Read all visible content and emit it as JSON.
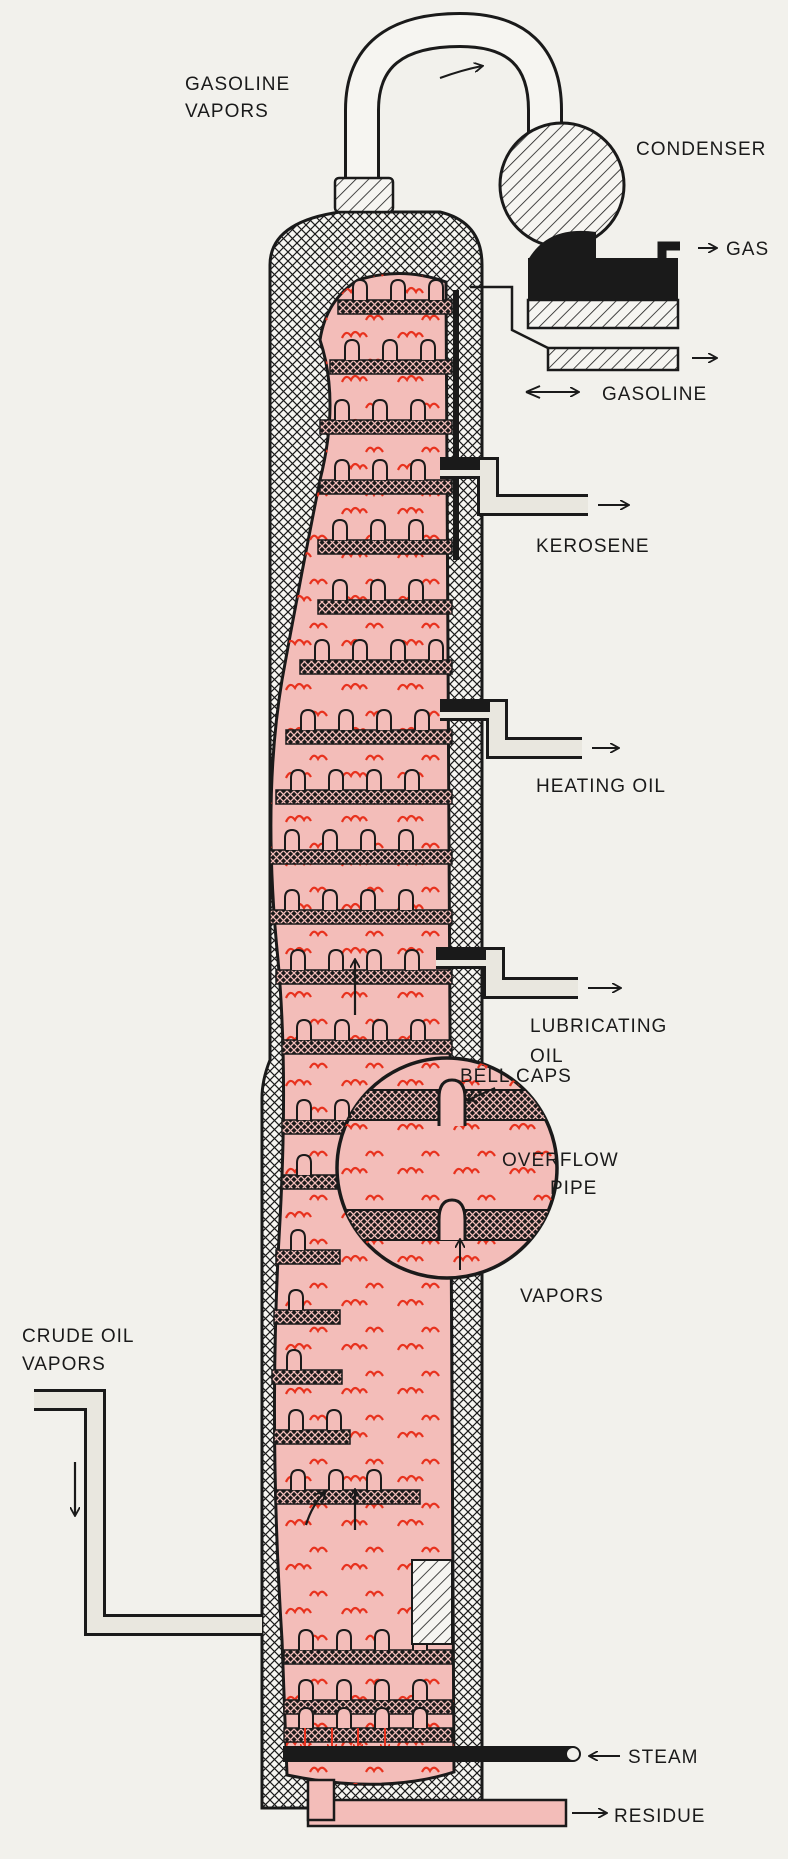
{
  "labels": {
    "gasoline_vapors_line1": "GASOLINE",
    "gasoline_vapors_line2": "VAPORS",
    "condenser": "CONDENSER",
    "gas": "GAS",
    "gasoline": "GASOLINE",
    "kerosene": "KEROSENE",
    "heating_oil": "HEATING OIL",
    "lubricating_oil_line1": "LUBRICATING",
    "lubricating_oil_line2": "OIL",
    "bell_caps": "BELL CAPS",
    "overflow_line1": "OVERFLOW",
    "overflow_line2": "PIPE",
    "vapors": "VAPORS",
    "crude_oil_line1": "CRUDE OIL",
    "crude_oil_line2": "VAPORS",
    "steam": "STEAM",
    "residue": "RESIDUE"
  },
  "colors": {
    "background": "#f2f1ec",
    "vapor_fill": "#f3bdb9",
    "puff": "#e8321e",
    "ink": "#1a1a1a"
  }
}
